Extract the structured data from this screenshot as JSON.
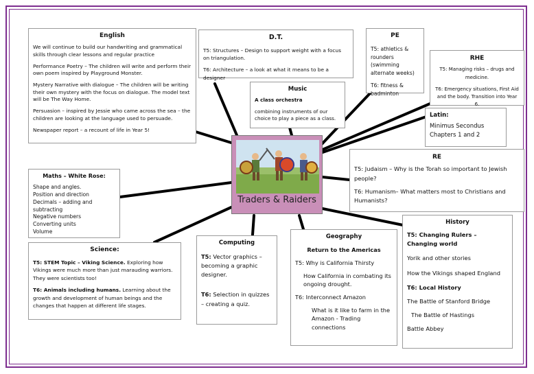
{
  "center": {
    "title": "Traders & Raiders"
  },
  "english": {
    "heading": "English",
    "items": [
      "We will continue to build our handwriting and grammatical skills through clear lessons and regular practice",
      "Performance Poetry – The children will write and perform their own poem inspired by Playground Monster.",
      "Mystery Narrative with dialogue – The children will be writing their own mystery with the focus on dialogue. The model text will be The Way Home.",
      "Persuasion – inspired by Jessie who came across the sea – the children are looking at the language used to persuade.",
      "Newspaper report – a recount of life in Year 5!"
    ]
  },
  "dt": {
    "heading": "D.T.",
    "items": [
      "T5: Structures – Design to support weight with a focus on triangulation.",
      "T6: Architecture – a look at what it means to be a designer"
    ]
  },
  "pe": {
    "heading": "PE",
    "t5": "T5: athletics & rounders (swimming alternate weeks)",
    "t6": "T6: fitness & badminton"
  },
  "rhe": {
    "heading": "RHE",
    "t5": "T5: Managing risks – drugs and medicine.",
    "t6": "T6: Emergency situations, First Aid and the body. Transition into Year 6."
  },
  "music": {
    "heading": "Music",
    "sub": "A class orchestra",
    "text": "combining instruments of our choice to play a piece as a class."
  },
  "latin": {
    "heading": "Latin:",
    "text": "Minimus Secondus Chapters 1 and 2"
  },
  "re": {
    "heading": "RE",
    "t5": "T5: Judaism – Why is the Torah so important to Jewish people?",
    "t6": "T6: Humanism– What matters most to Christians and Humanists?"
  },
  "maths": {
    "heading": "Maths – White Rose:",
    "items": [
      "Shape and angles.",
      "Position and direction",
      "Decimals – adding and subtracting",
      "Negative numbers",
      "Converting units",
      "Volume"
    ]
  },
  "science": {
    "heading": "Science:",
    "t5_label": "T5: STEM Topic – Viking Science.",
    "t5_text": " Exploring how Vikings were much more than just marauding warriors. They were scientists too!",
    "t6_label": "T6: Animals including humans.",
    "t6_text": " Learning about the growth and development of human beings and the changes that happen at different life stages."
  },
  "computing": {
    "heading": "Computing",
    "t5_label": "T5:",
    "t5_text": " Vector graphics – becoming a graphic designer.",
    "t6_label": "T6:",
    "t6_text": " Selection in quizzes – creating a quiz."
  },
  "geography": {
    "heading": "Geography",
    "sub": "Return to the Americas",
    "t5": "T5: Why is California Thirsty",
    "t5_detail": "How California in combating its ongoing drought.",
    "t6": "T6: Interconnect Amazon",
    "t6_detail": "What is it like to farm in the Amazon - Trading connections"
  },
  "history": {
    "heading": "History",
    "t5": "T5: Changing Rulers – Changing world",
    "t5_items": [
      "Yorik and other stories",
      "How the Vikings shaped England"
    ],
    "t6": "T6: Local History",
    "t6_items": [
      "The Battle of Stanford Bridge",
      "The Battle of Hastings",
      "Battle Abbey"
    ]
  },
  "colors": {
    "frame": "#7d2d8f",
    "center_bg": "#c98fb8"
  }
}
